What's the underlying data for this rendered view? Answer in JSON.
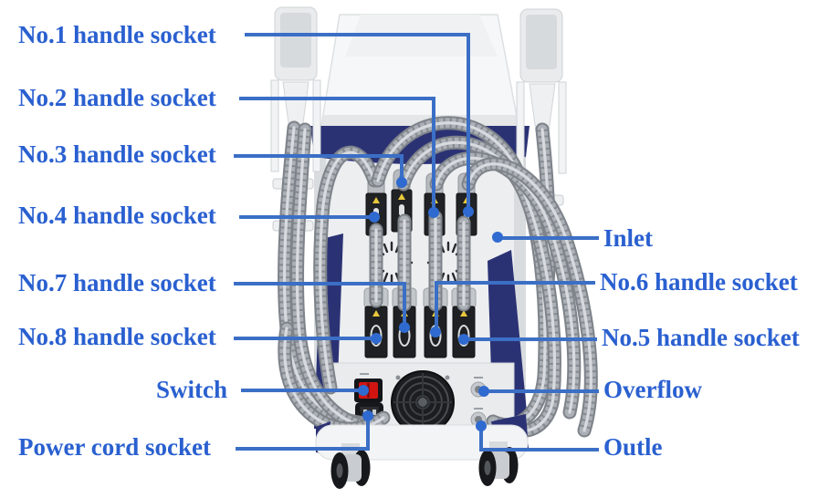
{
  "diagram": {
    "type": "labeled-product-diagram",
    "subject": "Rear view of a multi-handle beauty machine with annotated sockets and ports",
    "labels": {
      "no1": "No.1 handle socket",
      "no2": "No.2 handle socket",
      "no3": "No.3 handle socket",
      "no4": "No.4 handle socket",
      "no7": "No.7 handle socket",
      "no8": "No.8 handle socket",
      "switch": "Switch",
      "power_cord": "Power cord socket",
      "inlet": "Inlet",
      "no6": "No.6 handle socket",
      "no5": "No.5 handle socket",
      "overflow": "Overflow",
      "outlet": "Outle"
    },
    "colors": {
      "label_text": "#2a60d0",
      "leader_line": "#3b6fc6",
      "machine_navy": "#2b3274",
      "machine_body": "#e9ebed",
      "switch_red": "#d21511"
    }
  }
}
